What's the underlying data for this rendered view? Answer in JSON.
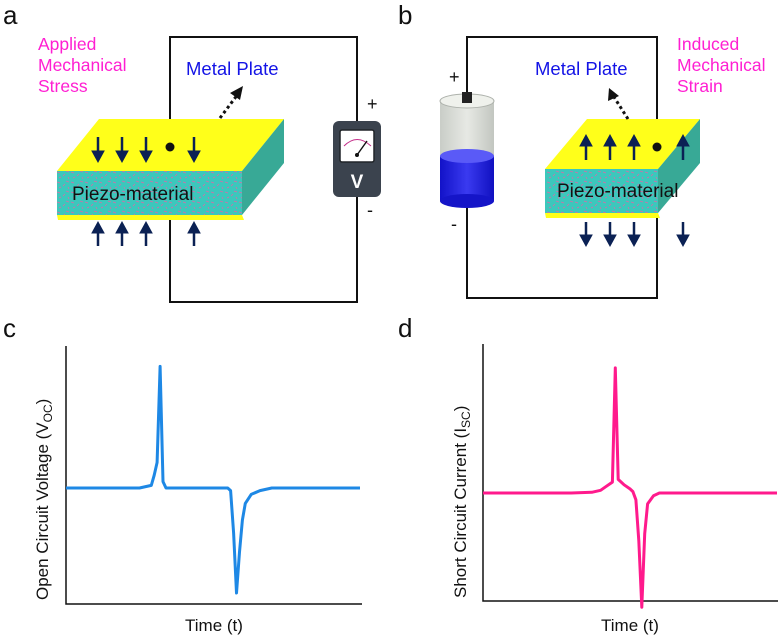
{
  "panels": {
    "a": {
      "letter": "a",
      "stress_label": [
        "Applied",
        "Mechanical",
        "Stress"
      ],
      "plate_label": "Metal Plate",
      "material_label": "Piezo-material",
      "meter_label": "V",
      "plus_sign": "+",
      "minus_sign": "-"
    },
    "b": {
      "letter": "b",
      "strain_label": [
        "Induced",
        "Mechanical",
        "Strain"
      ],
      "plate_label": "Metal Plate",
      "material_label": "Piezo-material",
      "plus_sign": "+",
      "minus_sign": "-"
    },
    "c": {
      "letter": "c"
    },
    "d": {
      "letter": "d"
    }
  },
  "colors": {
    "plate_yellow": "#ffff1a",
    "piezo_teal": "#3cc7bc",
    "arrow_navy": "#0b2154",
    "label_magenta": "#ff1fd2",
    "label_blue": "#1414e6",
    "battery_blue": "#1d1de0",
    "voltmeter_body": "#3b434e",
    "voc_series": "#1e88e5",
    "isc_series": "#ff1a8c"
  },
  "chart_data": [
    {
      "type": "line",
      "panel": "c",
      "ylabel_main": "Open Circuit Voltage (V",
      "ylabel_sub": "OC",
      "ylabel_end": ")",
      "xlabel": "Time (t)",
      "xlim": [
        0,
        100
      ],
      "ylim": [
        -1,
        1
      ],
      "series": [
        {
          "x": [
            0,
            10,
            20,
            25,
            29,
            30,
            31,
            32,
            33,
            34,
            40,
            50,
            55,
            56,
            57,
            58,
            59,
            60,
            61,
            63,
            66,
            70,
            80,
            90,
            100
          ],
          "y": [
            0,
            0,
            0,
            0,
            0.02,
            0.1,
            0.2,
            0.95,
            0.05,
            0,
            0,
            0,
            0,
            -0.02,
            -0.35,
            -0.82,
            -0.5,
            -0.25,
            -0.12,
            -0.05,
            -0.02,
            0,
            0,
            0,
            0
          ]
        }
      ]
    },
    {
      "type": "line",
      "panel": "d",
      "ylabel_main": "Short Circuit Current (I",
      "ylabel_sub": "SC",
      "ylabel_end": ")",
      "xlabel": "Time (t)",
      "xlim": [
        0,
        100
      ],
      "ylim": [
        -1,
        1
      ],
      "series": [
        {
          "x": [
            0,
            10,
            20,
            30,
            37,
            40,
            42,
            44,
            45,
            46,
            47,
            48,
            50,
            51,
            52,
            53,
            54,
            55,
            56,
            58,
            60,
            70,
            80,
            90,
            100
          ],
          "y": [
            0,
            0,
            0,
            0,
            0.005,
            0.02,
            0.05,
            0.08,
            0.92,
            0.1,
            0.08,
            0.06,
            0.03,
            0.01,
            -0.05,
            -0.35,
            -0.84,
            -0.3,
            -0.08,
            -0.02,
            0,
            0,
            0,
            0,
            0
          ]
        }
      ]
    }
  ]
}
